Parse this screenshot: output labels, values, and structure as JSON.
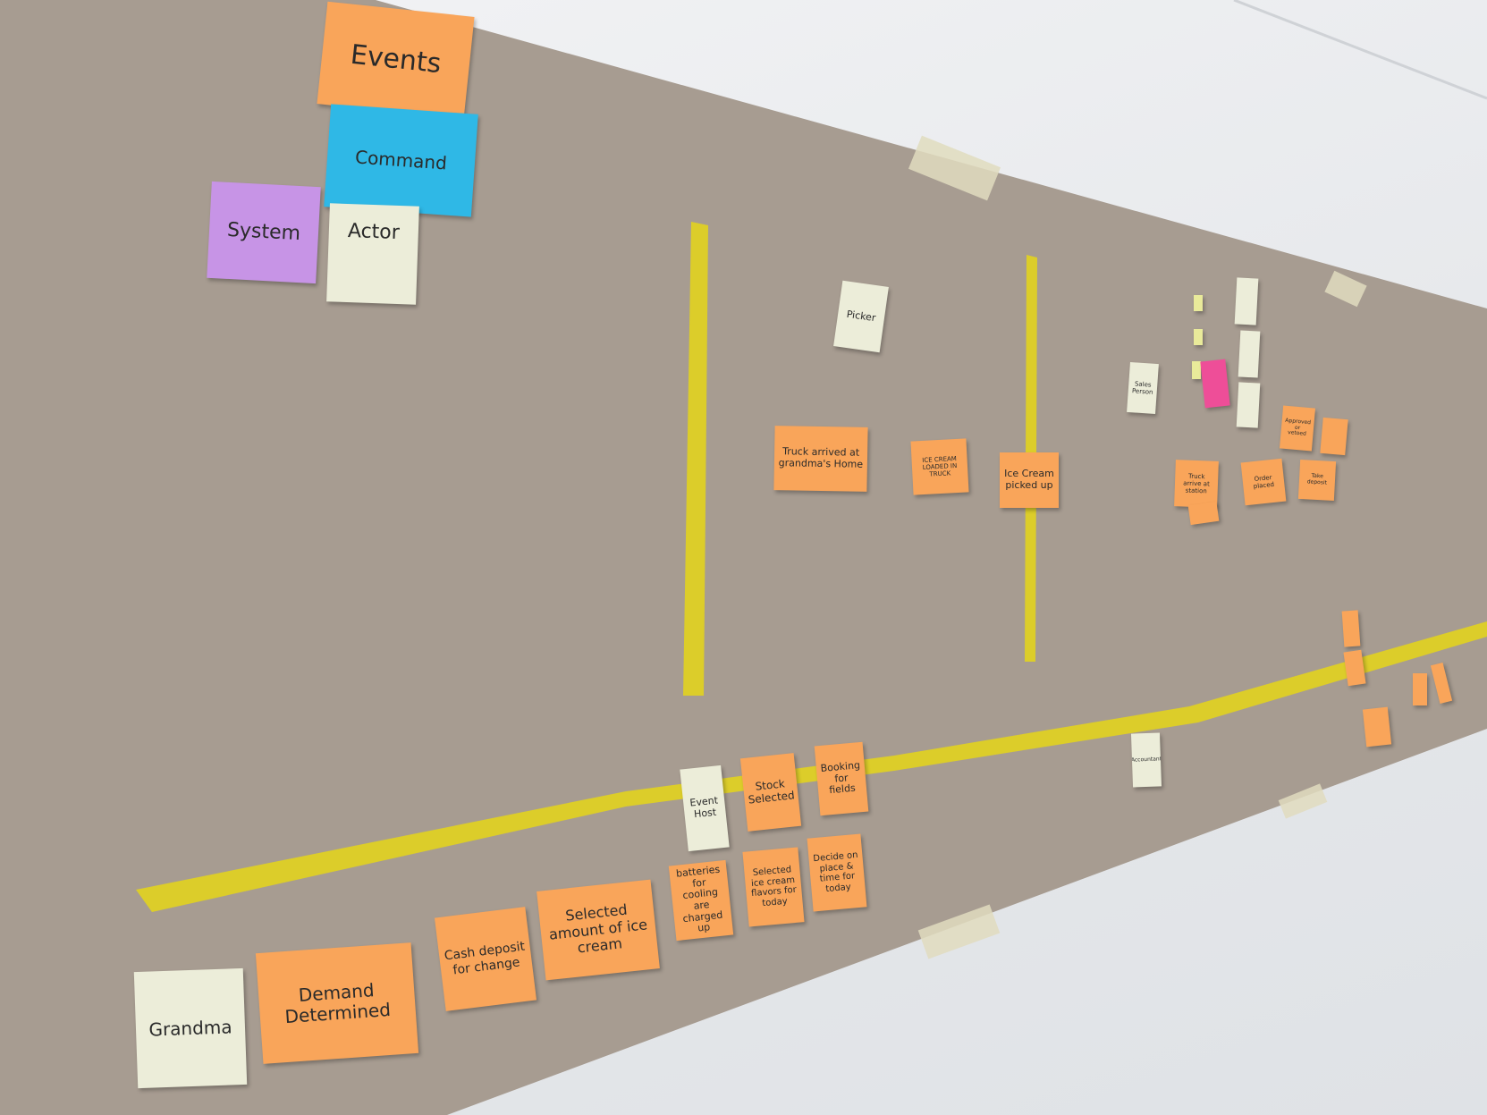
{
  "legend": {
    "events": "Events",
    "command": "Command",
    "system": "System",
    "actor": "Actor"
  },
  "timeline_top": {
    "picker": "Picker",
    "truck_arrived": "Truck arrived at grandma's Home",
    "ice_cream_loaded": "ICE CREAM LOADED IN TRUCK",
    "ice_cream_picked_up": "Ice Cream picked up",
    "truck_arrive_station": "Truck arrive at station",
    "sales_person": "Sales Person",
    "order_placed": "Order placed",
    "take_deposit": "Take deposit",
    "approved": "Approved or vetoed"
  },
  "timeline_bottom": {
    "grandma": "Grandma",
    "demand_determined": "Demand Determined",
    "cash_deposit": "Cash deposit for change",
    "selected_amount": "Selected amount of ice cream",
    "batteries_charged": "batteries for cooling are charged up",
    "selected_flavors": "Selected ice cream flavors for today",
    "decide_place_time": "Decide on place & time for today",
    "event_host": "Event Host",
    "stock_selected": "Stock Selected",
    "booking": "Booking for fields",
    "accountant": "Accountant"
  },
  "colors": {
    "board": "#a79c91",
    "event_note": "#f9a55a",
    "command_note": "#2fb8e6",
    "system_note": "#c794e6",
    "actor_note": "#ecedd9",
    "tape": "#dccd2a",
    "wall": "#e9ebee"
  }
}
